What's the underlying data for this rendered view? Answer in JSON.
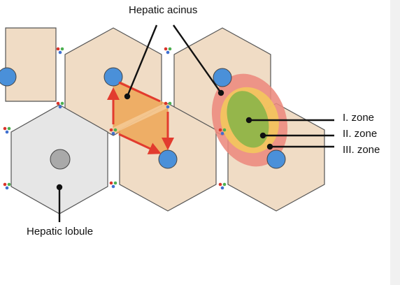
{
  "labels": {
    "acinus": "Hepatic acinus",
    "lobule": "Hepatic lobule",
    "zone1": "I. zone",
    "zone2": "II. zone",
    "zone3": "III. zone"
  },
  "colors": {
    "lobule_fill": "#f0dcc5",
    "highlight_lobule_fill": "#e6e6e6",
    "central_vein": "#4a90d9",
    "highlight_central_vein": "#a9a9a9",
    "acinus_fill": "#eea24e",
    "acinus_arrows": "#e23b2e",
    "zone1": "#8fb54a",
    "zone2": "#f3c55d",
    "zone3": "#ec8a7e",
    "triad_red": "#d9342b",
    "triad_blue": "#3f6fd0",
    "triad_green": "#4caf50",
    "leader_line": "#111111"
  }
}
